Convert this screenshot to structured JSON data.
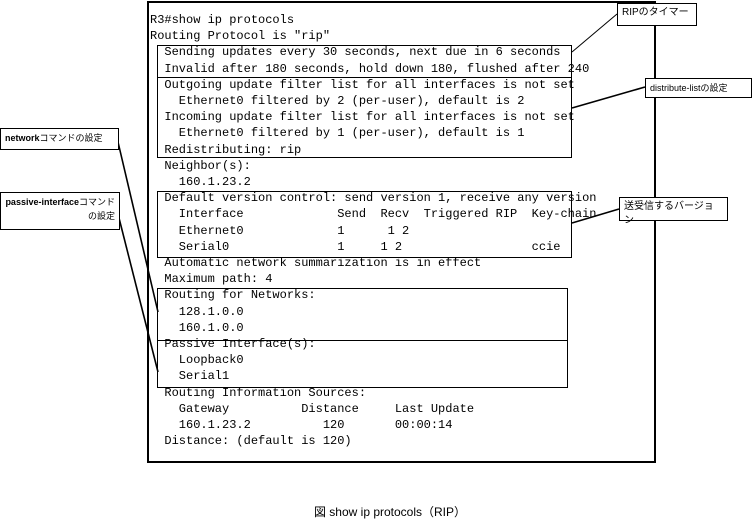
{
  "terminal": {
    "lines": [
      "R3#show ip protocols",
      "Routing Protocol is \"rip\"",
      "  Sending updates every 30 seconds, next due in 6 seconds",
      "  Invalid after 180 seconds, hold down 180, flushed after 240",
      "  Outgoing update filter list for all interfaces is not set",
      "    Ethernet0 filtered by 2 (per-user), default is 2",
      "  Incoming update filter list for all interfaces is not set",
      "    Ethernet0 filtered by 1 (per-user), default is 1",
      "  Redistributing: rip",
      "  Neighbor(s):",
      "    160.1.23.2",
      "  Default version control: send version 1, receive any version",
      "    Interface             Send  Recv  Triggered RIP  Key-chain",
      "    Ethernet0             1      1 2",
      "    Serial0               1     1 2                  ccie",
      "  Automatic network summarization is in effect",
      "  Maximum path: 4",
      "  Routing for Networks:",
      "    128.1.0.0",
      "    160.1.0.0",
      "  Passive Interface(s):",
      "    Loopback0",
      "    Serial1",
      "  Routing Information Sources:",
      "    Gateway          Distance     Last Update",
      "    160.1.23.2          120       00:00:14",
      "  Distance: (default is 120)"
    ]
  },
  "callouts": {
    "rip_timer": "RIPのタイマー",
    "distribute_list": "distribute-listの設定",
    "version": "送受信するバージョン",
    "network_bold": "network",
    "network_rest": "コマンドの設定",
    "passive_bold": "passive-interface",
    "passive_rest": "コマンドの設定"
  },
  "caption": "図 show ip protocols（RIP）"
}
